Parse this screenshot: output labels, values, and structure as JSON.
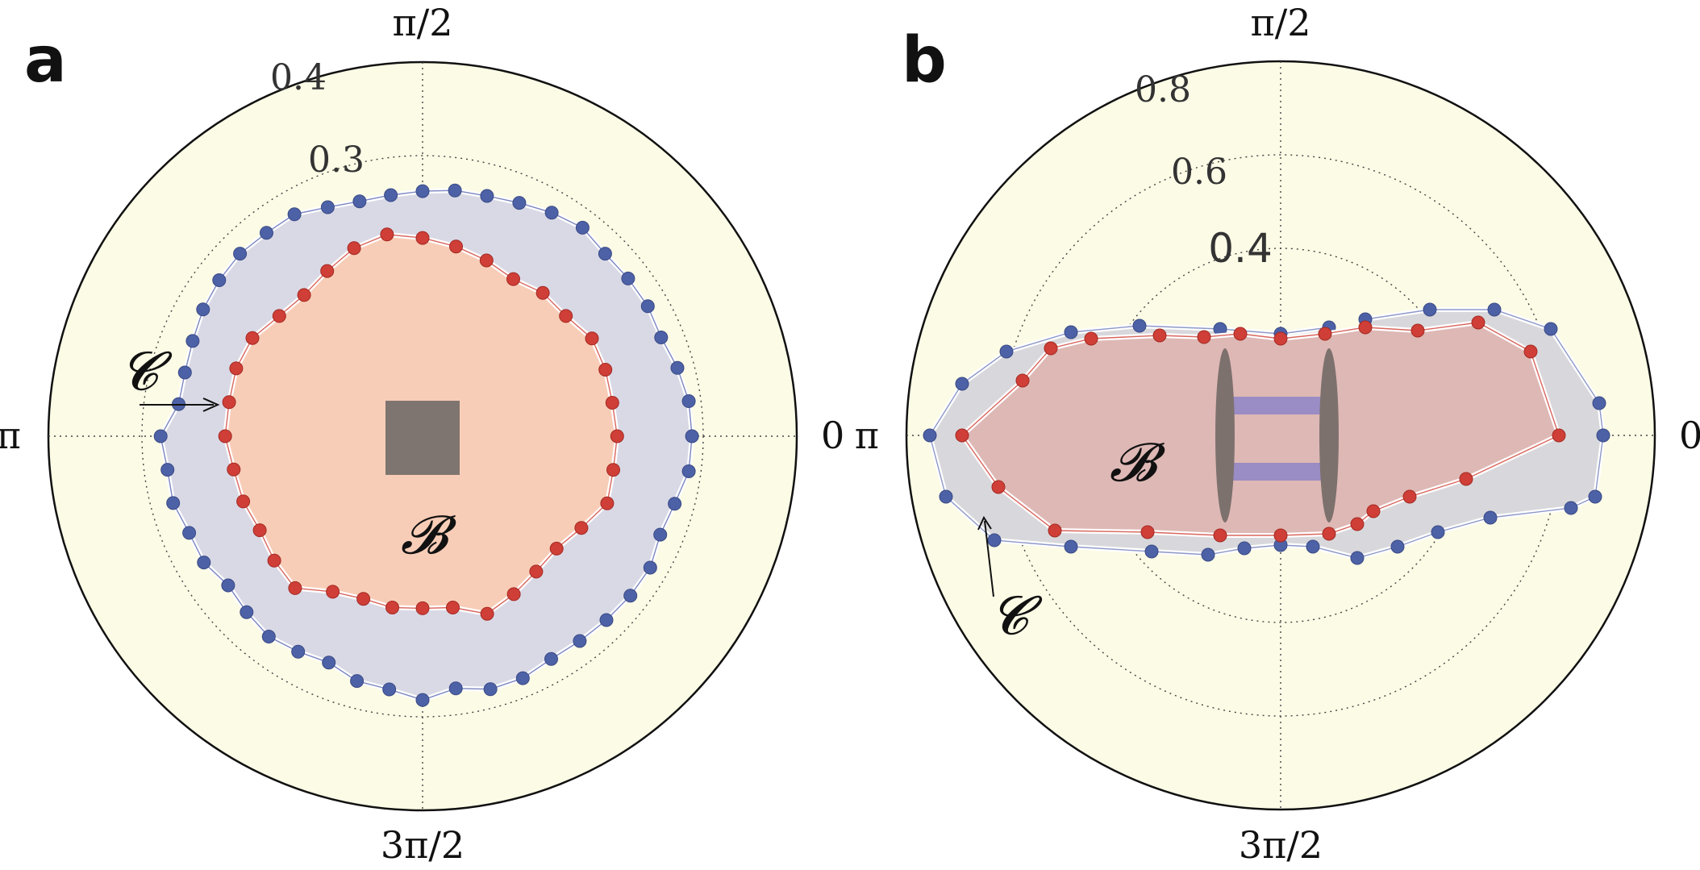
{
  "chart_data": [
    {
      "type": "polar",
      "panel": "a",
      "angle_labels": {
        "right": "0",
        "top": "π/2",
        "left": "π",
        "bottom": "3π/2"
      },
      "radial_ticks": [
        {
          "value": 0.1,
          "label": ""
        },
        {
          "value": 0.2,
          "label": ""
        },
        {
          "value": 0.3,
          "label": "0.3"
        },
        {
          "value": 0.4,
          "label": "0.4"
        }
      ],
      "rmax": 0.4,
      "grid": true,
      "region_labels": {
        "inner": "𝓑",
        "outer": "𝓒"
      },
      "colors": {
        "background": "#fcfbe6",
        "blue_fill": "#d9d9e6",
        "blue_point": "#4d61a6",
        "red_fill": "#f8cdb7",
        "red_point": "#cf3f37",
        "obstacle": "#7f7570"
      },
      "series": [
        {
          "name": "𝓒",
          "theta_deg_step": 7.5,
          "r": [
            0.288,
            0.287,
            0.282,
            0.276,
            0.278,
            0.277,
            0.276,
            0.281,
            0.276,
            0.27,
            0.266,
            0.265,
            0.262,
            0.26,
            0.26,
            0.265,
            0.274,
            0.274,
            0.276,
            0.274,
            0.271,
            0.266,
            0.263,
            0.263,
            0.28,
            0.275,
            0.276,
            0.27,
            0.27,
            0.262,
            0.266,
            0.27,
            0.266,
            0.262,
            0.271,
            0.273,
            0.282,
            0.272,
            0.28,
            0.28,
            0.275,
            0.276,
            0.278,
            0.28,
            0.281,
            0.275,
            0.279,
            0.287
          ]
        },
        {
          "name": "𝓑",
          "theta_deg_step": 10,
          "r": [
            0.208,
            0.206,
            0.208,
            0.209,
            0.2,
            0.2,
            0.194,
            0.2,
            0.206,
            0.212,
            0.219,
            0.214,
            0.204,
            0.197,
            0.2,
            0.21,
            0.212,
            0.21,
            0.211,
            0.205,
            0.204,
            0.201,
            0.207,
            0.212,
            0.192,
            0.185,
            0.186,
            0.184,
            0.186,
            0.202,
            0.195,
            0.189,
            0.187,
            0.196,
            0.21,
            0.207
          ]
        }
      ]
    },
    {
      "type": "polar",
      "panel": "b",
      "angle_labels": {
        "right": "0",
        "top": "π/2",
        "left": "π",
        "bottom": "3π/2"
      },
      "radial_ticks": [
        {
          "value": 0.2,
          "label": ""
        },
        {
          "value": 0.4,
          "label": "0.4"
        },
        {
          "value": 0.6,
          "label": "0.6"
        },
        {
          "value": 0.8,
          "label": "0.8"
        }
      ],
      "rmax": 0.8,
      "grid": true,
      "region_labels": {
        "inner": "𝓑",
        "outer": "𝓒"
      },
      "colors": {
        "background": "#fcfbe6",
        "blue_fill": "#d8d8dc",
        "blue_point": "#4d61a6",
        "red_fill": "#deb8b5",
        "red_point": "#cf3f37",
        "obstacle": "#7d716e",
        "bar": "#9a8cc4"
      },
      "series": [
        {
          "name": "𝓒",
          "points": [
            [
              4.0,
              0.0
            ],
            [
              3.95,
              10.0
            ],
            [
              3.35,
              33.0
            ],
            [
              2.65,
              39.0
            ],
            [
              1.85,
              39.0
            ],
            [
              1.05,
              36.0
            ],
            [
              0.95,
              28.0
            ],
            [
              0.6,
              33.5
            ],
            [
              0.0,
              31.5
            ],
            [
              -0.75,
              33.0
            ],
            [
              -1.75,
              34.0
            ],
            [
              -2.6,
              32.0
            ],
            [
              -3.4,
              26.0
            ],
            [
              -3.95,
              16.0
            ],
            [
              -4.35,
              0.0
            ],
            [
              -4.15,
              -19.0
            ],
            [
              -3.55,
              -32.5
            ],
            [
              -2.6,
              -34.5
            ],
            [
              -1.6,
              -36.0
            ],
            [
              -0.9,
              -37.0
            ],
            [
              -0.45,
              -35.0
            ],
            [
              0.0,
              -34.0
            ],
            [
              0.4,
              -34.5
            ],
            [
              0.95,
              -38.0
            ],
            [
              1.45,
              -34.5
            ],
            [
              1.95,
              -30.0
            ],
            [
              2.6,
              -25.5
            ],
            [
              3.6,
              -22.5
            ],
            [
              3.9,
              -19.0
            ]
          ]
        },
        {
          "name": "𝓑",
          "points": [
            [
              3.45,
              0.0
            ],
            [
              3.1,
              26.0
            ],
            [
              2.45,
              35.0
            ],
            [
              1.7,
              32.5
            ],
            [
              1.05,
              33.5
            ],
            [
              0.55,
              31.5
            ],
            [
              0.0,
              30.0
            ],
            [
              -0.5,
              31.5
            ],
            [
              -0.95,
              30.5
            ],
            [
              -1.5,
              31.0
            ],
            [
              -2.35,
              30.0
            ],
            [
              -2.85,
              27.0
            ],
            [
              -3.2,
              17.0
            ],
            [
              -3.95,
              0.0
            ],
            [
              -3.5,
              -16.0
            ],
            [
              -2.8,
              -29.5
            ],
            [
              -1.65,
              -30.0
            ],
            [
              -0.75,
              -31.0
            ],
            [
              0.0,
              -31.0
            ],
            [
              0.6,
              -30.5
            ],
            [
              0.95,
              -27.5
            ],
            [
              1.15,
              -23.5
            ],
            [
              1.6,
              -19.0
            ],
            [
              2.3,
              -13.5
            ]
          ]
        }
      ]
    }
  ]
}
